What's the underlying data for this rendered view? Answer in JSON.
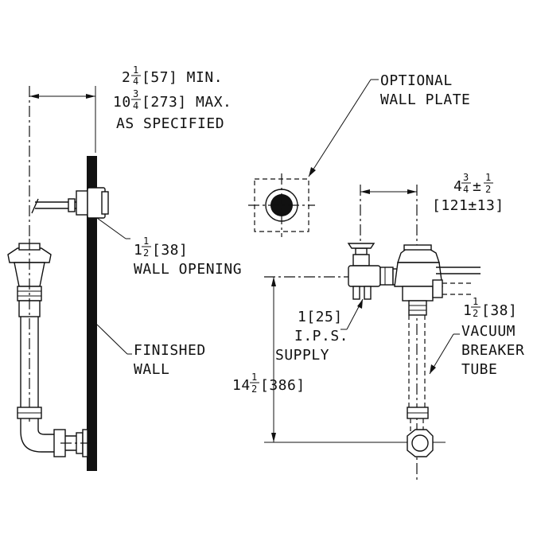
{
  "labels": {
    "dim_min_whole": "2",
    "dim_min_num": "1",
    "dim_min_den": "4",
    "dim_min_rest": "[57] MIN.",
    "dim_max_whole": "10",
    "dim_max_num": "3",
    "dim_max_den": "4",
    "dim_max_rest": "[273] MAX.",
    "as_specified": "AS SPECIFIED",
    "optional_line1": "OPTIONAL",
    "optional_line2": "WALL PLATE",
    "wall_open_whole": "1",
    "wall_open_num": "1",
    "wall_open_den": "2",
    "wall_open_rest": "[38]",
    "wall_opening": "WALL OPENING",
    "finished_line1": "FINISHED",
    "finished_line2": "WALL",
    "offset_whole": "4",
    "offset_num": "3",
    "offset_den": "4",
    "offset_pm": "±",
    "offset_tol_num": "1",
    "offset_tol_den": "2",
    "offset_mm": "[121±13]",
    "supply_size": "1[25]",
    "supply_ips": "I.P.S.",
    "supply_word": "SUPPLY",
    "height_whole": "14",
    "height_num": "1",
    "height_den": "2",
    "height_rest": "[386]",
    "vb_whole": "1",
    "vb_num": "1",
    "vb_den": "2",
    "vb_rest": "[38]",
    "vb_line1": "VACUUM",
    "vb_line2": "BREAKER",
    "vb_line3": "TUBE"
  }
}
